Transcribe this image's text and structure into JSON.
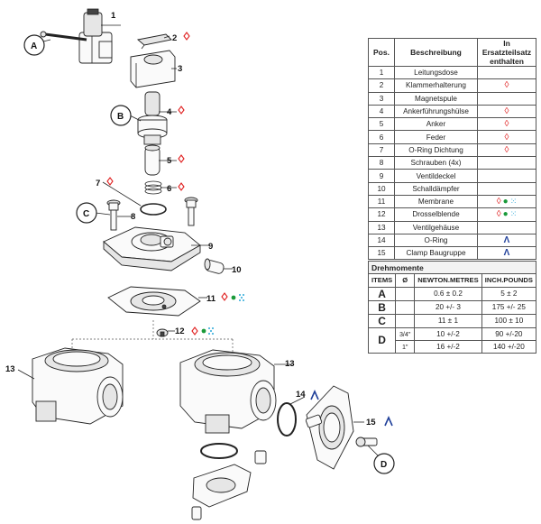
{
  "diagram": {
    "callouts": [
      "A",
      "B",
      "C",
      "D"
    ],
    "labels": [
      "1",
      "2",
      "3",
      "4",
      "5",
      "6",
      "7",
      "8",
      "9",
      "10",
      "11",
      "12",
      "13",
      "13",
      "14",
      "15"
    ]
  },
  "parts_table": {
    "headers": [
      "Pos.",
      "Beschreibung",
      "In Ersatzteilsatz enthalten"
    ],
    "rows": [
      {
        "pos": "1",
        "desc": "Leitungsdose",
        "marks": []
      },
      {
        "pos": "2",
        "desc": "Klammerhalterung",
        "marks": [
          "diamond"
        ]
      },
      {
        "pos": "3",
        "desc": "Magnetspule",
        "marks": []
      },
      {
        "pos": "4",
        "desc": "Ankerführungshülse",
        "marks": [
          "diamond"
        ]
      },
      {
        "pos": "5",
        "desc": "Anker",
        "marks": [
          "diamond"
        ]
      },
      {
        "pos": "6",
        "desc": "Feder",
        "marks": [
          "diamond"
        ]
      },
      {
        "pos": "7",
        "desc": "O-Ring Dichtung",
        "marks": [
          "diamond"
        ]
      },
      {
        "pos": "8",
        "desc": "Schrauben (4x)",
        "marks": []
      },
      {
        "pos": "9",
        "desc": "Ventildeckel",
        "marks": []
      },
      {
        "pos": "10",
        "desc": "Schalldämpfer",
        "marks": []
      },
      {
        "pos": "11",
        "desc": "Membrane",
        "marks": [
          "diamond",
          "dot",
          "cross"
        ]
      },
      {
        "pos": "12",
        "desc": "Drosselblende",
        "marks": [
          "diamond",
          "dot",
          "cross"
        ]
      },
      {
        "pos": "13",
        "desc": "Ventilgehäuse",
        "marks": []
      },
      {
        "pos": "14",
        "desc": "O-Ring",
        "marks": [
          "wedge"
        ]
      },
      {
        "pos": "15",
        "desc": "Clamp Baugruppe",
        "marks": [
          "wedge"
        ]
      }
    ]
  },
  "torque_table": {
    "title": "Drehmomente",
    "headers": [
      "ITEMS",
      "Ø",
      "NEWTON.METRES",
      "INCH.POUNDS"
    ],
    "rows": [
      {
        "item": "A",
        "dia": "",
        "nm": "0.6 ± 0.2",
        "inlb": "5 ± 2"
      },
      {
        "item": "B",
        "dia": "",
        "nm": "20 +/- 3",
        "inlb": "175 +/- 25"
      },
      {
        "item": "C",
        "dia": "",
        "nm": "11 ± 1",
        "inlb": "100 ± 10"
      },
      {
        "item": "D",
        "dia": "3/4\"",
        "nm": "10 +/-2",
        "inlb": "90 +/-20"
      },
      {
        "item": "",
        "dia": "1\"",
        "nm": "16 +/-2",
        "inlb": "140 +/-20"
      }
    ]
  },
  "symbols": {
    "diamond": "◊",
    "dot": "●",
    "cross": "⁙",
    "wedge": "Λ"
  },
  "colors": {
    "diamond": "#e02020",
    "dot": "#1a9a3a",
    "cross": "#2aa8d8",
    "wedge": "#1f3f9a"
  }
}
